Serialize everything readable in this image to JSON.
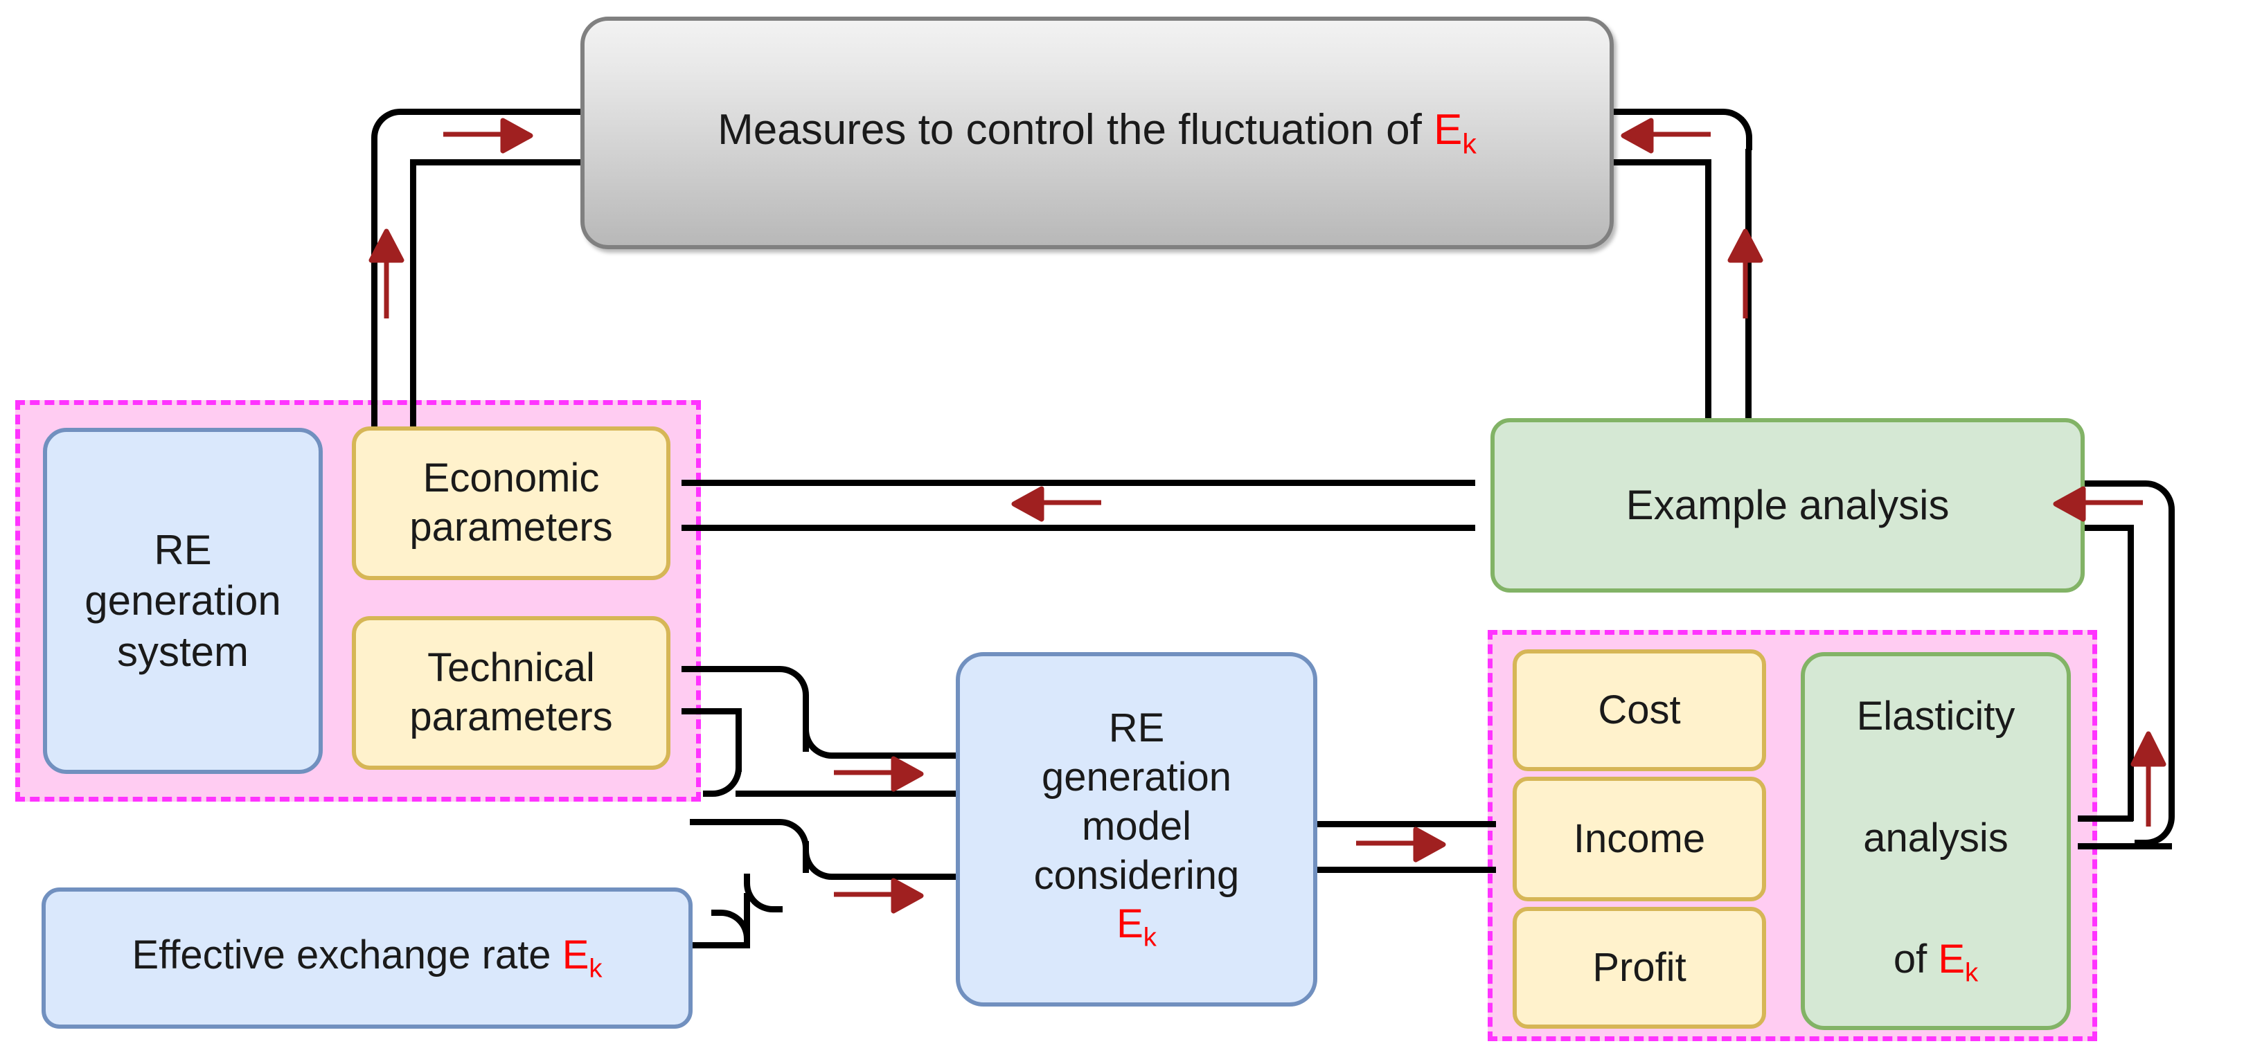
{
  "diagram": {
    "title": "RE generation model considering effective exchange rate flowchart",
    "colors": {
      "blue_fill": "#dae8fc",
      "blue_stroke": "#7190bf",
      "yellow_fill": "#fff2cc",
      "yellow_stroke": "#d6b656",
      "green_fill": "#d5e8d4",
      "green_stroke": "#82b366",
      "gray_fill": "#d0d0d0",
      "gray_stroke": "#808080",
      "group_fill": "#ffccf2",
      "group_stroke": "#ff33ff",
      "connector": "#000000",
      "arrow": "#a02020",
      "symbol_highlight": "#ff0000"
    },
    "symbol": {
      "base": "E",
      "subscript": "k"
    },
    "nodes": {
      "measures": {
        "label_prefix": "Measures to control the fluctuation of ",
        "label_symbol": "E",
        "label_sub": "k",
        "shape": "rounded-rect",
        "style": "gray"
      },
      "re_generation_system": {
        "line1": "RE",
        "line2": "generation",
        "line3": "system",
        "style": "blue"
      },
      "economic_parameters": {
        "line1": "Economic",
        "line2": "parameters",
        "style": "yellow"
      },
      "technical_parameters": {
        "line1": "Technical",
        "line2": "parameters",
        "style": "yellow"
      },
      "effective_exchange_rate": {
        "label_prefix": "Effective exchange rate ",
        "label_symbol": "E",
        "label_sub": "k",
        "style": "blue"
      },
      "re_generation_model": {
        "line1": "RE",
        "line2": "generation",
        "line3": "model",
        "line4": "considering",
        "line5_symbol": "E",
        "line5_sub": "k",
        "style": "blue"
      },
      "cost": {
        "label": "Cost",
        "style": "yellow"
      },
      "income": {
        "label": "Income",
        "style": "yellow"
      },
      "profit": {
        "label": "Profit",
        "style": "yellow"
      },
      "elasticity_analysis": {
        "line1": "Elasticity",
        "line2": "analysis",
        "line3_prefix": "of ",
        "line3_symbol": "E",
        "line3_sub": "k",
        "style": "green"
      },
      "example_analysis": {
        "label": "Example analysis",
        "style": "green"
      }
    },
    "groups": {
      "inputs_group": {
        "members": [
          "re_generation_system",
          "economic_parameters",
          "technical_parameters"
        ]
      },
      "outputs_group": {
        "members": [
          "cost",
          "income",
          "profit",
          "elasticity_analysis"
        ]
      }
    },
    "edges": [
      {
        "from": "inputs_group",
        "to": "measures",
        "direction": "right",
        "arrow": "right"
      },
      {
        "from": "measures",
        "to": "inputs_group",
        "direction": "down",
        "arrow": "up"
      },
      {
        "from": "example_analysis",
        "to": "measures",
        "direction": "up",
        "arrow": "up"
      },
      {
        "from": "measures",
        "to": "example_analysis",
        "direction": "left",
        "arrow": "left"
      },
      {
        "from": "example_analysis",
        "to": "economic_parameters",
        "direction": "left",
        "arrow": "left"
      },
      {
        "from": "technical_parameters",
        "to": "re_generation_model",
        "direction": "right",
        "arrow": "right"
      },
      {
        "from": "effective_exchange_rate",
        "to": "re_generation_model",
        "direction": "right",
        "arrow": "right"
      },
      {
        "from": "re_generation_model",
        "to": "outputs_group",
        "direction": "right",
        "arrow": "right"
      },
      {
        "from": "outputs_group",
        "to": "example_analysis",
        "direction": "up",
        "arrow": "up"
      },
      {
        "from": "example_analysis",
        "to": "outputs_group",
        "direction": "left",
        "arrow": "left"
      }
    ]
  }
}
